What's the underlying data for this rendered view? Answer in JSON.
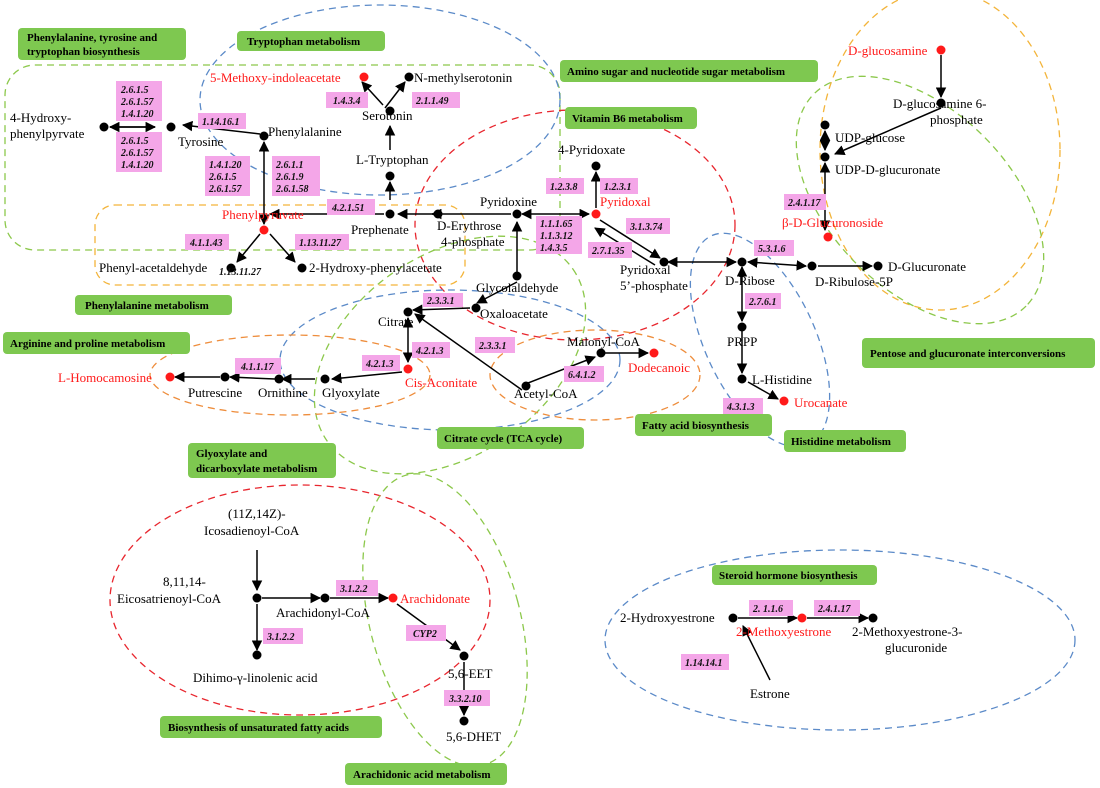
{
  "colors": {
    "green_label": "#7ec850",
    "ec_fill": "#f4a6e8",
    "highlight": "#ff1a1a",
    "dash_green": "#8cc84b",
    "dash_blue": "#5b8ac8",
    "dash_red": "#e8262e",
    "dash_orange": "#ee8d3c",
    "dash_yellow": "#f3b43a"
  },
  "pathways": {
    "phe_tyr_trp": [
      "Phenylalanine, tyrosine and",
      "tryptophan biosynthesis"
    ],
    "tryptophan": "Tryptophan metabolism",
    "amino_sugar": "Amino sugar and nucleotide sugar metabolism",
    "vitamin_b6": "Vitamin B6 metabolism",
    "phenylalanine": "Phenylalanine metabolism",
    "arginine": "Arginine and proline metabolism",
    "pentose": "Pentose and glucuronate interconversions",
    "glyoxylate": [
      "Glyoxylate and",
      "dicarboxylate metabolism"
    ],
    "citrate": "Citrate cycle (TCA cycle)",
    "fatty_acid": "Fatty acid biosynthesis",
    "histidine": "Histidine metabolism",
    "steroid": "Steroid hormone biosynthesis",
    "unsat": "Biosynthesis of unsaturated fatty acids",
    "arachidonic": "Arachidonic acid metabolism"
  },
  "metabolites": {
    "hydroxyphenylpyruvate": [
      "4-Hydroxy-",
      "phenylpyrvate"
    ],
    "tyrosine": "Tyrosine",
    "phenylalanine": "Phenylalanine",
    "methoxyindoleacetate": "5-Methoxy-indoleacetate",
    "serotonin": "Serotonin",
    "n_methylserotonin": "N-methylserotonin",
    "l_tryptophan": "L-Tryptophan",
    "phenylpyruvate": "Phenylpyruvate",
    "prephenate": "Prephenate",
    "erythrose": [
      "D-Erythrose",
      "4-phosphate"
    ],
    "phenylacetaldehyde": "Phenyl-acetaldehyde",
    "hydroxyphenylacetate": "2-Hydroxy-phenylacetate",
    "pyridoxate": "4-Pyridoxate",
    "pyridoxine": "Pyridoxine",
    "pyridoxal": "Pyridoxal",
    "pyridoxal_p": [
      "Pyridoxal",
      "5’-phosphate"
    ],
    "glycolaldehyde": "Glycolaldehyde",
    "citrate": "Citrate",
    "oxaloacetate": "Oxaloacetate",
    "malonyl_coa": "Malonyl-CoA",
    "dodecanoic": "Dodecanoic",
    "acetyl_coa": "Acetyl-CoA",
    "cis_aconitate": "Cis-Aconitate",
    "glyoxylate": "Glyoxylate",
    "ornithine": "Ornithine",
    "putrescine": "Putrescine",
    "homocarnosine": "L-Homocamosine",
    "glucosamine": "D-glucosamine",
    "glucosamine_6p": [
      "D-glucosamine 6-",
      "phosphate"
    ],
    "udp_glucose": "UDP-glucose",
    "udp_glucuronate": "UDP-D-glucuronate",
    "glucuronoside": "β-D-Glucuronoside",
    "d_ribose": "D-Ribose",
    "ribulose": "D-Ribulose-5P",
    "glucuronate": "D-Glucuronate",
    "prpp": "PRPP",
    "l_histidine": "L-Histidine",
    "urocanate": "Urocanate",
    "icosadienoyl": [
      "(11Z,14Z)-",
      "Icosadienoyl-CoA"
    ],
    "eicosatrienoyl": [
      "8,11,14-",
      "Eicosatrienoyl-CoA"
    ],
    "arachidonyl_coa": "Arachidonyl-CoA",
    "arachidonate": "Arachidonate",
    "dihimo": "Dihimo-γ-linolenic acid",
    "eet": "5,6-EET",
    "dhet": "5,6-DHET",
    "hydroxyestrone": "2-Hydroxyestrone",
    "methoxyestrone": "2-Methoxyestrone",
    "methoxyestrone_gluc": [
      "2-Methoxyestrone-3-",
      "glucuronide"
    ],
    "estrone": "Estrone"
  },
  "enzymes": {
    "e1": [
      "2.6.1.5",
      "2.6.1.57",
      "1.4.1.20"
    ],
    "e2": [
      "2.6.1.5",
      "2.6.1.57",
      "1.4.1.20"
    ],
    "e3": "1.14.16.1",
    "e4": "1.4.3.4",
    "e5": "2.1.1.49",
    "e6": [
      "1.4.1.20",
      "2.6.1.5",
      "2.6.1.57"
    ],
    "e7": [
      "2.6.1.1",
      "2.6.1.9",
      "2.6.1.58"
    ],
    "e8": "4.2.1.51",
    "e9": "4.1.1.43",
    "e10": "1.13.11.27",
    "e11": "1.13.11.27",
    "e12": "1.2.3.8",
    "e13": "1.2.3.1",
    "e14": [
      "1.1.1.65",
      "1.1.3.12",
      "1.4.3.5"
    ],
    "e15": "3.1.3.74",
    "e16": "2.7.1.35",
    "e17": "2.4.1.17",
    "e18": "5.3.1.6",
    "e19": "2.7.6.1",
    "e20": "4.3.1.3",
    "e21": "2.3.3.1",
    "e22": "2.3.3.1",
    "e23": "4.2.1.3",
    "e24": "4.2.1.3",
    "e25": "4.1.1.17",
    "e26": "6.4.1.2",
    "e27": "3.1.2.2",
    "e28": "3.1.2.2",
    "e29": "CYP2",
    "e30": "3.3.2.10",
    "e31": "2. 1.1.6",
    "e32": "2.4.1.17",
    "e33": "1.14.14.1"
  }
}
